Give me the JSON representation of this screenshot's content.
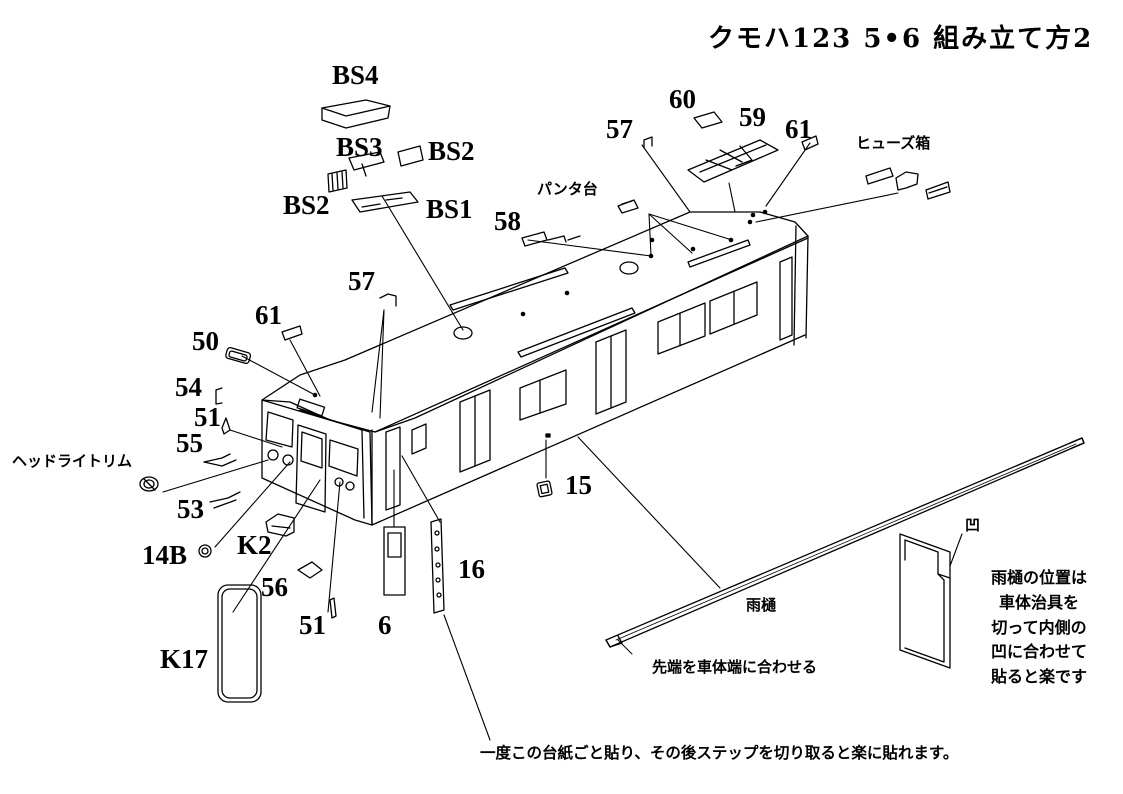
{
  "title": "クモハ123 5•6 組み立て方2",
  "part_labels": {
    "bs4": "BS4",
    "bs3": "BS3",
    "bs2_upper": "BS2",
    "bs2_lower": "BS2",
    "bs1": "BS1",
    "p60": "60",
    "p59": "59",
    "p61_right": "61",
    "p57_right": "57",
    "p58": "58",
    "p57_left": "57",
    "p61_left": "61",
    "p50": "50",
    "p54": "54",
    "p51_upper": "51",
    "p55": "55",
    "p53": "53",
    "p14b": "14B",
    "k2": "K2",
    "p56": "56",
    "k17": "K17",
    "p51_lower": "51",
    "p6": "6",
    "p16": "16",
    "p15": "15"
  },
  "jp_labels": {
    "pantograph_base": "パンタ台",
    "fuse_box": "ヒューズ箱",
    "headlight_trim": "ヘッドライトリム",
    "rain_gutter": "雨樋",
    "concave": "凹",
    "tip_align": "先端を車体端に合わせる"
  },
  "note_lines": [
    "雨樋の位置は",
    "車体治具を",
    "切って内側の",
    "凹に合わせて",
    "貼ると楽です"
  ],
  "footer_note": "一度この台紙ごと貼り、その後ステップを切り取ると楽に貼れます。"
}
